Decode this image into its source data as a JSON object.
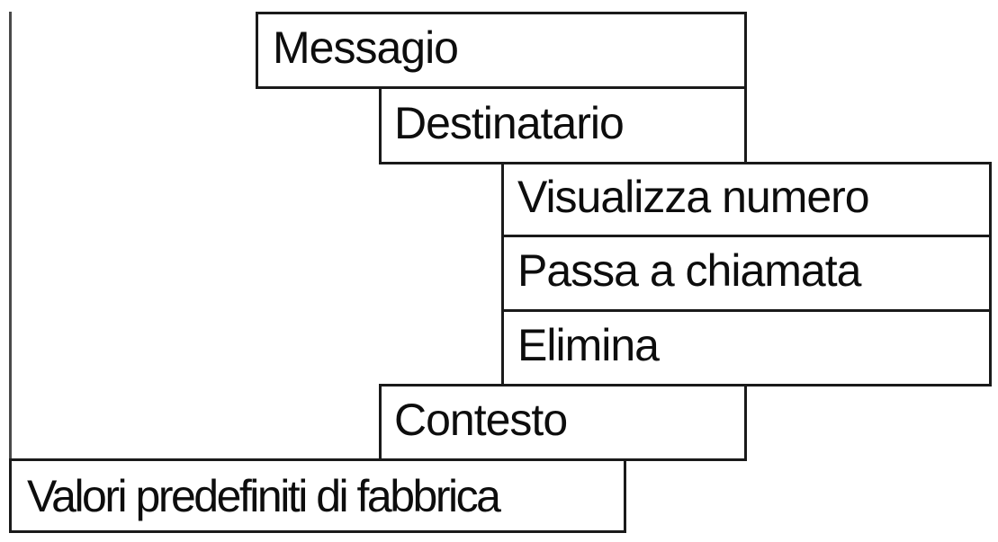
{
  "diagram": {
    "type": "menu-tree",
    "language": "it",
    "colors": {
      "background": "#ffffff",
      "box_fill": "#ffffff",
      "box_border": "#1a1a1a",
      "trunk_line": "#4a4a4a",
      "text": "#0d0d0d"
    },
    "nodes": [
      {
        "id": "messagio",
        "label": "Messagio",
        "depth": 2
      },
      {
        "id": "destinatario",
        "label": "Destinatario",
        "depth": 3
      },
      {
        "id": "visualizza-numero",
        "label": "Visualizza numero",
        "depth": 4
      },
      {
        "id": "passa-a-chiamata",
        "label": "Passa a chiamata",
        "depth": 4
      },
      {
        "id": "elimina",
        "label": "Elimina",
        "depth": 4
      },
      {
        "id": "contesto",
        "label": "Contesto",
        "depth": 3
      },
      {
        "id": "valori-predefiniti",
        "label": "Valori predefiniti di fabbrica",
        "depth": 1
      }
    ]
  }
}
